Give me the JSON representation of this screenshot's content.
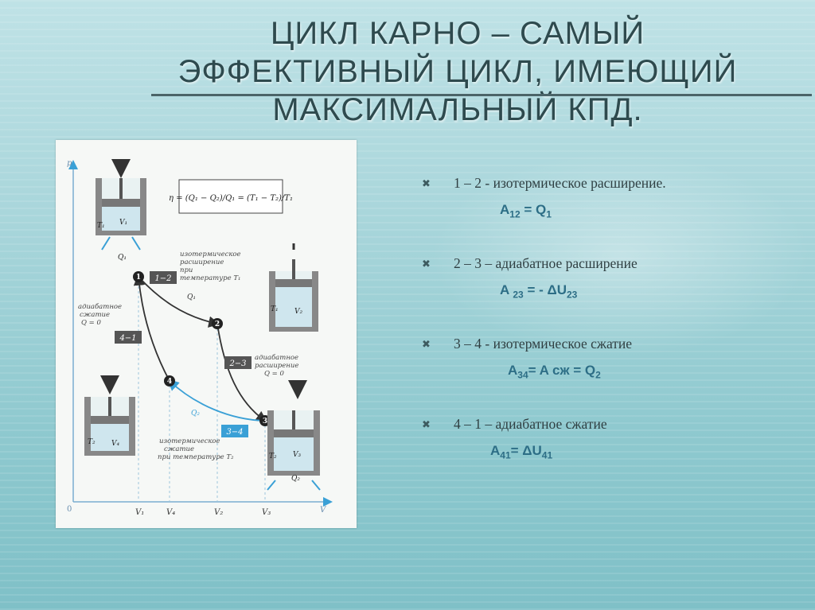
{
  "slide": {
    "title_lines": [
      "ЦИКЛ КАРНО – САМЫЙ",
      "ЭФФЕКТИВНЫЙ ЦИКЛ, ИМЕЮЩИЙ",
      "МАКСИМАЛЬНЫЙ КПД."
    ]
  },
  "figure": {
    "formula": "η = (Q₁ − Q₂)/Q₁ = (T₁ − T₂)/T₁",
    "axis_p": "p",
    "axis_v": "V",
    "origin": "0",
    "v_ticks": [
      "V₁",
      "V₄",
      "V₂",
      "V₃"
    ],
    "points": [
      "1",
      "2",
      "3",
      "4"
    ],
    "stage_12": "1−2",
    "stage_23": "2−3",
    "stage_34": "3−4",
    "stage_41": "4−1",
    "text_12_a": "изотермическое",
    "text_12_b": "расширение",
    "text_12_c": "при",
    "text_12_d": "температуре T₁",
    "text_23_a": "адиабатное",
    "text_23_b": "расширение",
    "text_23_c": "Q = 0",
    "text_41_a": "адиабатное",
    "text_41_b": "сжатие",
    "text_41_c": "Q = 0",
    "text_34_a": "изотермическое",
    "text_34_b": "сжатие",
    "text_34_c": "при температуре T₂",
    "heat_q1": "Q₁",
    "heat_q2": "Q₂",
    "cyl_1_t": "T₁",
    "cyl_1_v": "V₁",
    "cyl_2_t": "T₁",
    "cyl_2_v": "V₂",
    "cyl_3_t": "T₂",
    "cyl_3_v": "V₃",
    "cyl_4_t": "T₂",
    "cyl_4_v": "V₄"
  },
  "processes": [
    {
      "label": "1 – 2 - изотермическое расширение.",
      "formula_main": "A",
      "sub1": "12",
      "mid": " = Q",
      "sub2": "1",
      "tail": ""
    },
    {
      "label": "2 – 3 – адиабатное расширение",
      "formula_main": "A ",
      "sub1": "23",
      "mid": " = - ΔU",
      "sub2": "23",
      "tail": ""
    },
    {
      "label": "3 – 4  - изотермическое  сжатие",
      "formula_main": "A",
      "sub1": "34",
      "mid": "= A сж = Q",
      "sub2": "2",
      "tail": ""
    },
    {
      "label": "4 – 1 – адиабатное сжатие",
      "formula_main": "A",
      "sub1": "41",
      "mid": "= ΔU",
      "sub2": "41",
      "tail": ""
    }
  ],
  "colors": {
    "title": "#2e4a4e",
    "formula": "#2d6e86",
    "curve": "#3a3a3a",
    "blue_curve": "#3aa0d6"
  }
}
